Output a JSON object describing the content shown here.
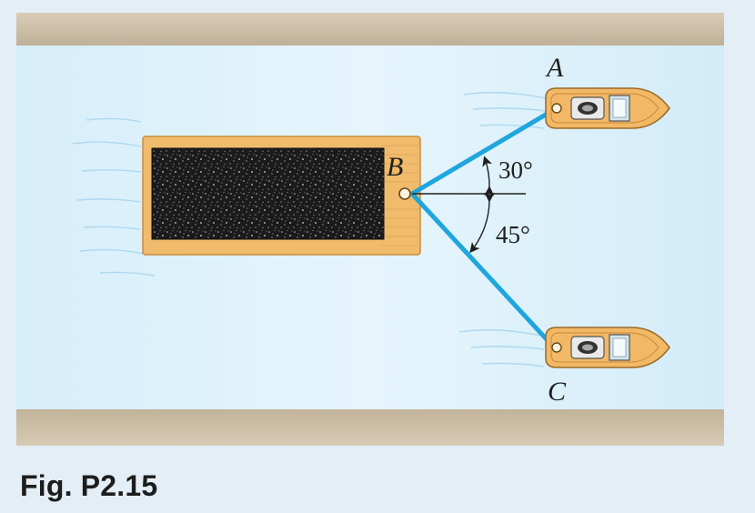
{
  "figure": {
    "caption": "Fig. P2.15",
    "labels": {
      "tug_a": "A",
      "barge_hitch": "B",
      "tug_c": "C"
    },
    "angles": {
      "upper": "30°",
      "lower": "45°"
    },
    "colors": {
      "water": "#dcf0f9",
      "bank": "#cbbda6",
      "barge_deck": "#f2bf72",
      "cargo": "#1c1c1c",
      "rope": "#1ea6dd",
      "boat_hull": "#f2b866"
    }
  }
}
